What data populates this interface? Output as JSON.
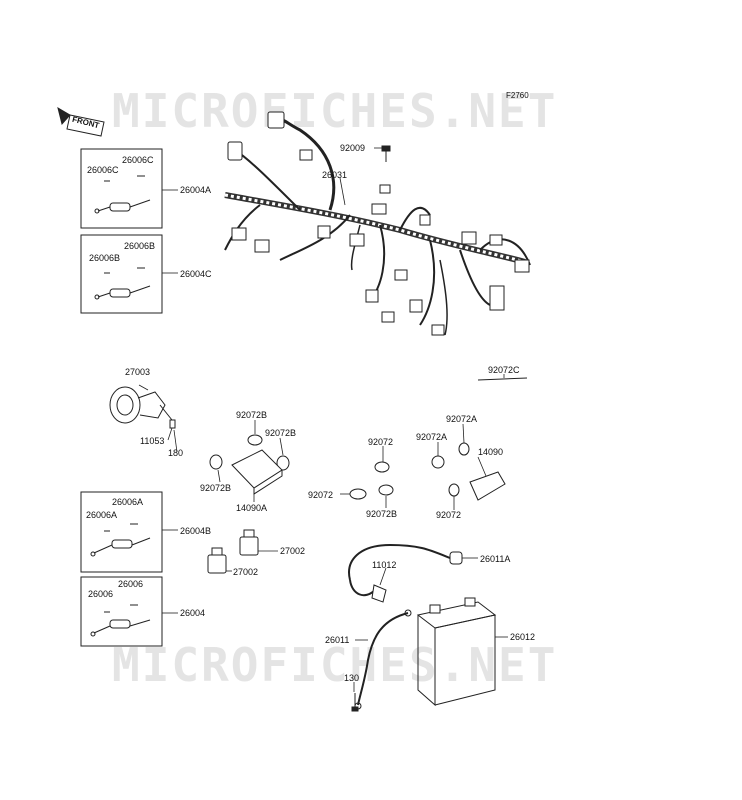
{
  "watermark_text": "MICROFICHES.NET",
  "figure_code": "F2760",
  "front_label": "FRONT",
  "labels": {
    "l_92009": "92009",
    "l_26031": "26031",
    "l_26006C_a": "26006C",
    "l_26006C_b": "26006C",
    "l_26004A": "26004A",
    "l_26006B_a": "26006B",
    "l_26006B_b": "26006B",
    "l_26004C": "26004C",
    "l_27003": "27003",
    "l_11053": "11053",
    "l_180": "180",
    "l_92072B_a": "92072B",
    "l_92072B_b": "92072B",
    "l_92072B_c": "92072B",
    "l_14090A": "14090A",
    "l_92072_a": "92072",
    "l_92072_b": "92072",
    "l_92072B_d": "92072B",
    "l_92072C": "92072C",
    "l_92072A_a": "92072A",
    "l_92072A_b": "92072A",
    "l_14090": "14090",
    "l_92072_c": "92072",
    "l_26006A_a": "26006A",
    "l_26006A_b": "26006A",
    "l_26004B": "26004B",
    "l_27002_a": "27002",
    "l_27002_b": "27002",
    "l_11012": "11012",
    "l_26011A": "26011A",
    "l_26006_a": "26006",
    "l_26006_b": "26006",
    "l_26004": "26004",
    "l_26011": "26011",
    "l_26012": "26012",
    "l_130": "130"
  }
}
